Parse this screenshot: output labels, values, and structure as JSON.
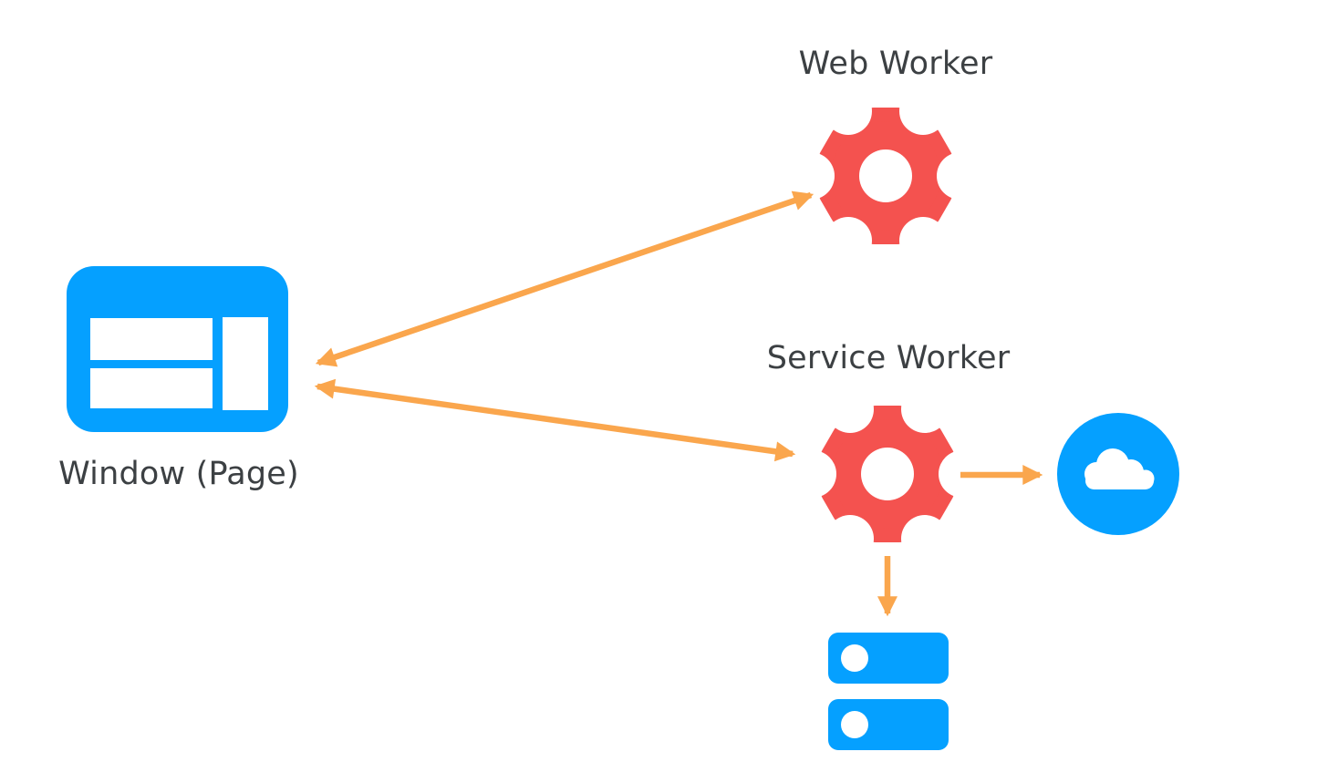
{
  "diagram": {
    "background": "#FFFFFF",
    "colors": {
      "node_blue": "#05A0FF",
      "gear_red": "#F4524F",
      "arrow_orange": "#FAA64D",
      "label_text": "#3C4043"
    },
    "nodes": {
      "window": {
        "id": "window",
        "label": "Window (Page)",
        "icon": "browser-window-icon"
      },
      "web_worker": {
        "id": "web-worker",
        "label": "Web Worker",
        "icon": "gear-icon"
      },
      "service_worker": {
        "id": "service-worker",
        "label": "Service Worker",
        "icon": "gear-icon"
      },
      "network": {
        "id": "network",
        "label": "",
        "icon": "cloud-circle-icon"
      },
      "storage": {
        "id": "storage",
        "label": "",
        "icon": "storage-stack-icon"
      }
    },
    "edges": [
      {
        "from": "window",
        "to": "web-worker",
        "style": "bidirectional-arrow",
        "color": "#FAA64D"
      },
      {
        "from": "window",
        "to": "service-worker",
        "style": "bidirectional-arrow",
        "color": "#FAA64D"
      },
      {
        "from": "service-worker",
        "to": "network",
        "style": "arrow",
        "color": "#FAA64D"
      },
      {
        "from": "service-worker",
        "to": "storage",
        "style": "arrow",
        "color": "#FAA64D"
      }
    ]
  }
}
